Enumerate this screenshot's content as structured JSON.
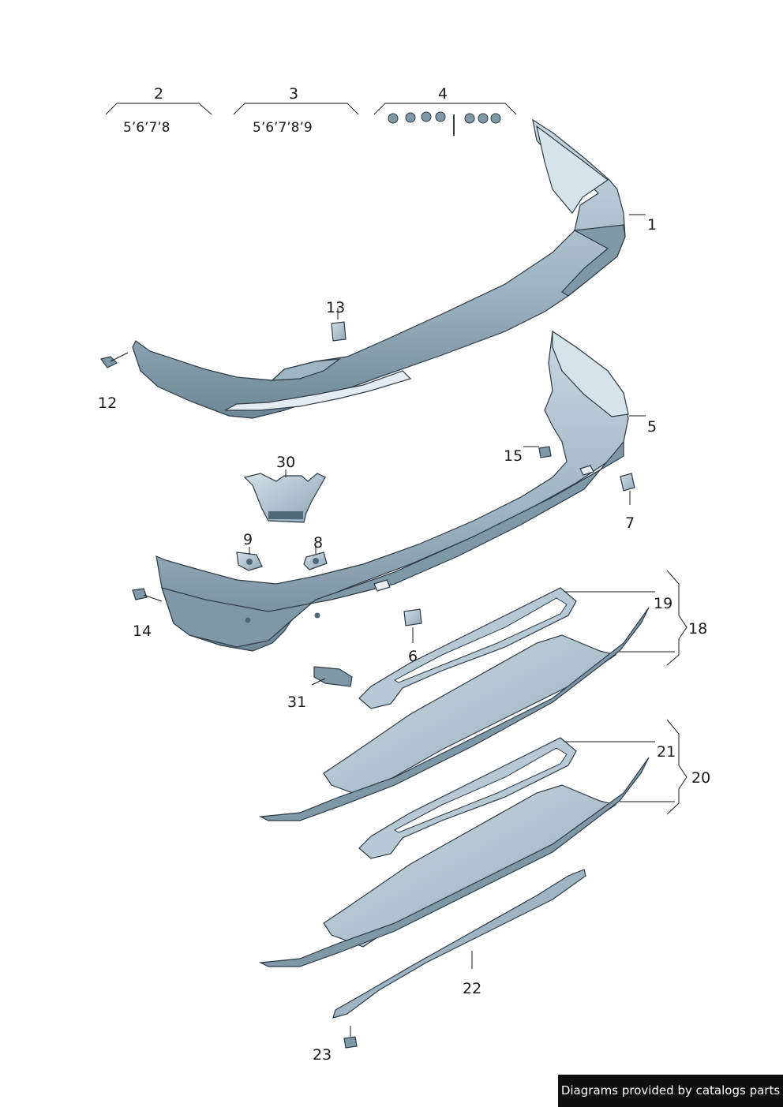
{
  "callouts": {
    "c1": "1",
    "c2": "2",
    "c3": "3",
    "c4": "4",
    "c5": "5",
    "c6": "6",
    "c7": "7",
    "c8": "8",
    "c9": "9",
    "c12": "12",
    "c13": "13",
    "c14": "14",
    "c15": "15",
    "c18": "18",
    "c19": "19",
    "c20": "20",
    "c21": "21",
    "c22": "22",
    "c23": "23",
    "c30": "30",
    "c31": "31"
  },
  "sublists": {
    "s2": "5’6’7’8",
    "s3": "5’6’7’8’9"
  },
  "footer": "Diagrams provided by catalogs parts",
  "colors": {
    "part_fill": "#b7c9d4",
    "part_shade": "#7f98a8",
    "part_dark": "#4f6878",
    "outline": "#2d3b45"
  }
}
